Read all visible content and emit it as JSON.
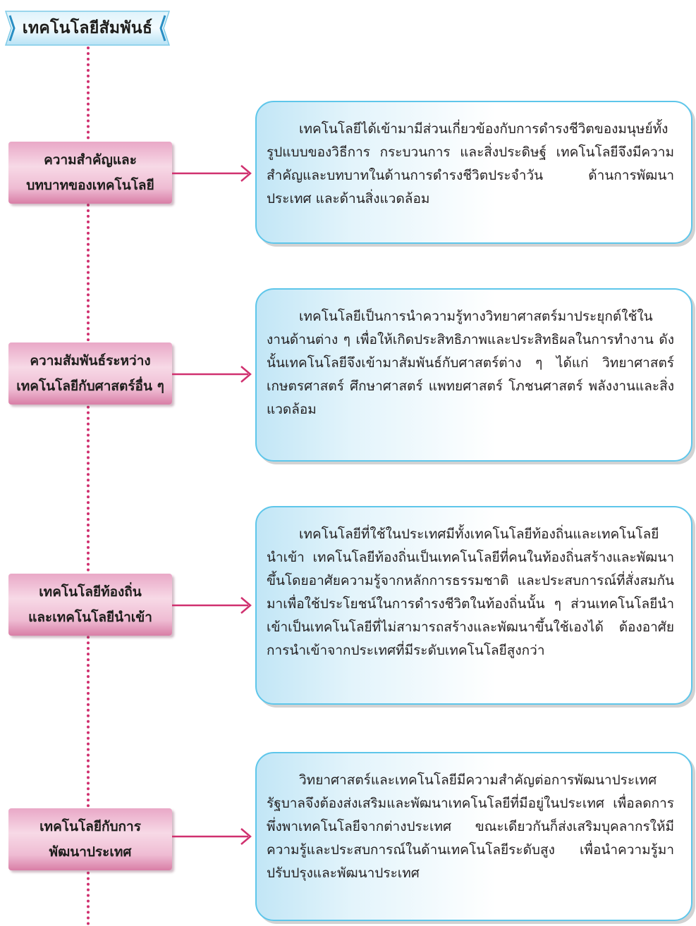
{
  "title": "เทคโนโลยีสัมพันธ์",
  "colors": {
    "spine": "#d0306f",
    "arrow": "#d0306f",
    "tag": "#efbcd3",
    "box_border": "#5ec6ea",
    "box_fill": "#c2e6f6",
    "banner_fill": "#b8e3f5"
  },
  "sections": [
    {
      "tag_lines": [
        "ความสำคัญและ",
        "บทบาทของเทคโนโลยี"
      ],
      "text": "เทคโนโลยีได้เข้ามามีส่วนเกี่ยวข้องกับการดำรงชีวิตของมนุษย์ทั้งรูปแบบของวิธีการ กระบวนการ และสิ่งประดิษฐ์ เทคโนโลยีจึงมีความสำคัญและบทบาทในด้านการดำรงชีวิตประจำวัน ด้านการพัฒนาประเทศ และด้านสิ่งแวดล้อม"
    },
    {
      "tag_lines": [
        "ความสัมพันธ์ระหว่าง",
        "เทคโนโลยีกับศาสตร์อื่น ๆ"
      ],
      "text": "เทคโนโลยีเป็นการนำความรู้ทางวิทยาศาสตร์มาประยุกต์ใช้ในงานด้านต่าง ๆ เพื่อให้เกิดประสิทธิภาพและประสิทธิผลในการทำงาน ดังนั้นเทคโนโลยีจึงเข้ามาสัมพันธ์กับศาสตร์ต่าง ๆ ได้แก่ วิทยาศาสตร์ เกษตรศาสตร์ ศึกษาศาสตร์ แพทยศาสตร์ โภชนศาสตร์ พลังงานและสิ่งแวดล้อม"
    },
    {
      "tag_lines": [
        "เทคโนโลยีท้องถิ่น",
        "และเทคโนโลยีนำเข้า"
      ],
      "text": "เทคโนโลยีที่ใช้ในประเทศมีทั้งเทคโนโลยีท้องถิ่นและเทคโนโลยีนำเข้า เทคโนโลยีท้องถิ่นเป็นเทคโนโลยีที่คนในท้องถิ่นสร้างและพัฒนาขึ้นโดยอาศัยความรู้จากหลักการธรรมชาติ และประสบการณ์ที่สั่งสมกันมาเพื่อใช้ประโยชน์ในการดำรงชีวิตในท้องถิ่นนั้น ๆ ส่วนเทคโนโลยีนำเข้าเป็นเทคโนโลยีที่ไม่สามารถสร้างและพัฒนาขึ้นใช้เองได้ ต้องอาศัยการนำเข้าจากประเทศที่มีระดับเทคโนโลยีสูงกว่า"
    },
    {
      "tag_lines": [
        "เทคโนโลยีกับการ",
        "พัฒนาประเทศ"
      ],
      "text": "วิทยาศาสตร์และเทคโนโลยีมีความสำคัญต่อการพัฒนาประเทศ รัฐบาลจึงต้องส่งเสริมและพัฒนาเทคโนโลยีที่มีอยู่ในประเทศ เพื่อลดการพึ่งพาเทคโนโลยีจากต่างประเทศ ขณะเดียวกันก็ส่งเสริมบุคลากรให้มีความรู้และประสบการณ์ในด้านเทคโนโลยีระดับสูง เพื่อนำความรู้มาปรับปรุงและพัฒนาประเทศ"
    }
  ]
}
